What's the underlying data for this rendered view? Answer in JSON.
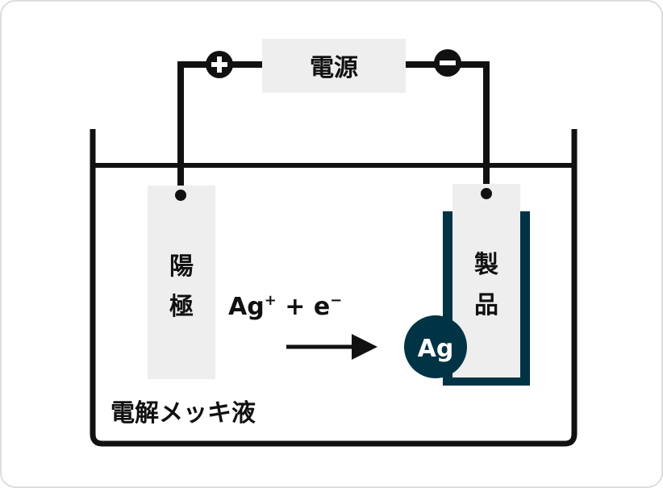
{
  "power_supply": {
    "label": "電源",
    "positive_symbol": "+",
    "negative_symbol": "−"
  },
  "anode": {
    "label_chars": [
      "陽",
      "極"
    ]
  },
  "product": {
    "label_chars": [
      "製",
      "品"
    ]
  },
  "reaction": {
    "ag": "Ag",
    "plus_sup": "+",
    "plus": " + e",
    "minus_sup": "−"
  },
  "silver_atom": {
    "label": "Ag"
  },
  "solution": {
    "label": "電解メッキ液"
  },
  "colors": {
    "accent": "#003344",
    "panel": "#eeeeee",
    "line": "#111111",
    "frame": "#dddddd"
  }
}
